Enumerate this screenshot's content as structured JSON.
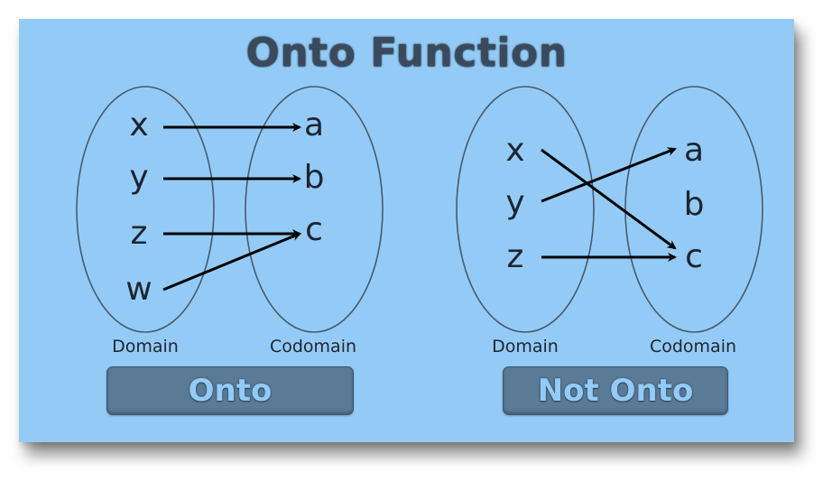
{
  "title": "Onto Function",
  "colors": {
    "background": "#93cbf6",
    "title_text": "#3a4a5c",
    "ellipse_stroke": "#4a5a6a",
    "arrow": "#000000",
    "badge_fill": "#5a7a96",
    "badge_text": "#93cbf6"
  },
  "diagrams": [
    {
      "id": "onto",
      "domain_label": "Domain",
      "codomain_label": "Codomain",
      "domain": [
        "x",
        "y",
        "z",
        "w"
      ],
      "codomain": [
        "a",
        "b",
        "c"
      ],
      "mappings": [
        {
          "from": "x",
          "to": "a"
        },
        {
          "from": "y",
          "to": "b"
        },
        {
          "from": "z",
          "to": "c"
        },
        {
          "from": "w",
          "to": "c"
        }
      ],
      "verdict": "Onto"
    },
    {
      "id": "not-onto",
      "domain_label": "Domain",
      "codomain_label": "Codomain",
      "domain": [
        "x",
        "y",
        "z"
      ],
      "codomain": [
        "a",
        "b",
        "c"
      ],
      "mappings": [
        {
          "from": "x",
          "to": "c"
        },
        {
          "from": "y",
          "to": "a"
        },
        {
          "from": "z",
          "to": "c"
        }
      ],
      "verdict": "Not Onto"
    }
  ]
}
